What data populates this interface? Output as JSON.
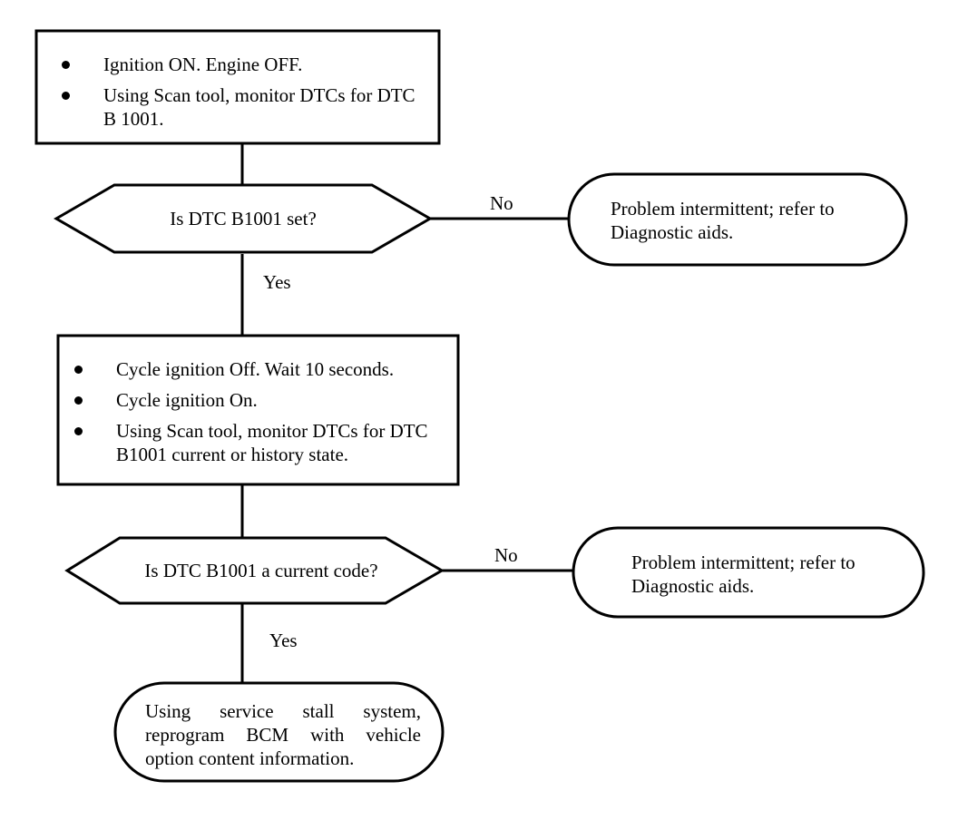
{
  "steps": [
    {
      "bullets": [
        "Ignition ON. Engine OFF.",
        "Using Scan tool, monitor DTCs for DTC B 1001."
      ]
    },
    {
      "bullets": [
        "Cycle ignition Off. Wait 10 seconds.",
        "Cycle ignition On.",
        "Using Scan tool, monitor DTCs for DTC B1001 current or history state."
      ]
    }
  ],
  "decisions": [
    {
      "question": "Is DTC B1001 set?"
    },
    {
      "question": "Is DTC B1001 a current code?"
    }
  ],
  "terminals": [
    {
      "text": "Problem intermittent; refer to Diagnostic aids."
    },
    {
      "text": "Problem intermittent; refer to Diagnostic aids."
    },
    {
      "text": "Using service stall system, reprogram BCM with vehicle option content information."
    }
  ],
  "edge_labels": {
    "no_1": "No",
    "yes_1": "Yes",
    "no_2": "No",
    "yes_2": "Yes"
  }
}
